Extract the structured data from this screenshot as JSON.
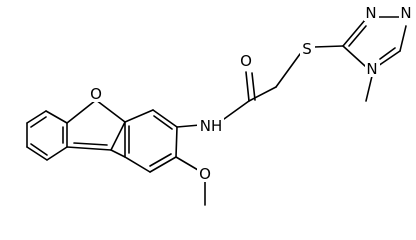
{
  "molecule": {
    "atoms": {
      "o_furan": "O",
      "o_carbonyl": "O",
      "sulfur": "S",
      "n_amide": "NH",
      "n_triazole_1": "N",
      "n_triazole_2": "N",
      "n_methyl": "N",
      "o_methoxy": "O"
    }
  },
  "colors": {
    "bond": "#000000",
    "background": "#ffffff"
  }
}
